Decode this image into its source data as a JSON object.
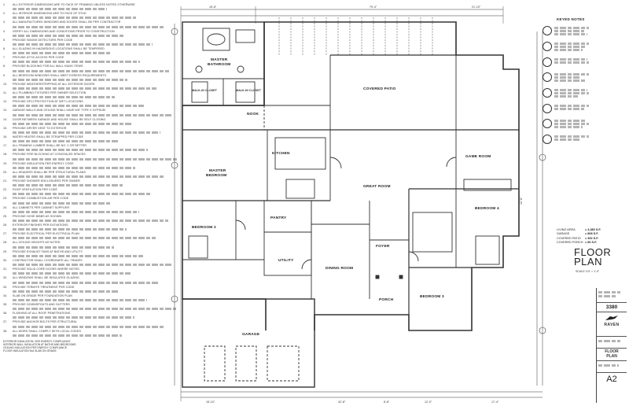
{
  "plan": {
    "rooms": {
      "master_bathroom": "MASTER\nBATHROOM",
      "master_bathroom_l1": "MASTER",
      "master_bathroom_l2": "BATHROOM",
      "walk_in_closet_left": "WALK-IN CLOSET",
      "walk_in_closet_right": "WALK-IN CLOSET",
      "covered_patio": "COVERED PATIO",
      "nook": "NOOK",
      "kitchen": "KITCHEN",
      "master_bedroom_l1": "MASTER",
      "master_bedroom_l2": "BEDROOM",
      "great_room": "GREAT ROOM",
      "game_room": "GAME ROOM",
      "bedroom_2": "BEDROOM 2",
      "pantry": "PANTRY",
      "utility": "UTILITY",
      "foyer": "FOYER",
      "dining_room": "DINING ROOM",
      "bedroom_4": "BEDROOM 4",
      "porch": "PORCH",
      "bedroom_3": "BEDROOM 3",
      "garage": "GARAGE"
    },
    "dimensions": {
      "top_left": "15'-8\"",
      "top_mid": "79'-4\"",
      "top_right": "21'-10\"",
      "bottom_1": "15'-10\"",
      "bottom_2": "42'-8\"",
      "bottom_3": "8'-8\"",
      "bottom_4": "12'-0\"",
      "bottom_5": "17'-4\"",
      "right_side": "42'-8\""
    }
  },
  "notes": {
    "lines": [
      "ALL EXTERIOR DIMENSIONS ARE TO FACE OF FRAMING UNLESS NOTED OTHERWISE",
      "ALL INTERIOR DIMENSIONS ARE TO FACE OF STUD",
      "ALL MANUFACTURED WINDOWS AND DOORS SHALL BE PER CONTRACTOR",
      "VERIFY ALL DIMENSIONS AND CONDITIONS PRIOR TO CONSTRUCTION",
      "PROVIDE SMOKE DETECTORS PER CODE",
      "ALL GLAZING IN HAZARDOUS LOCATIONS SHALL BE TEMPERED",
      "PROVIDE ATTIC ACCESS PER CODE",
      "PROVIDE BLOCKING FOR ALL WALL HUNG ITEMS",
      "ALL BEDROOM WINDOWS SHALL MEET EGRESS REQUIREMENTS",
      "PROVIDE WEATHERSTRIPPING AT ALL EXTERIOR DOORS",
      "ALL PLUMBING FIXTURES PER OWNER SELECTION",
      "PROVIDE GFCI PROTECTION AT WET LOCATIONS",
      "GARAGE WALLS AND CEILING SHALL HAVE 5/8\" TYPE X GYPSUM",
      "DOOR BETWEEN GARAGE AND HOUSE SHALL BE SELF CLOSING",
      "PROVIDE DRYER VENT TO EXTERIOR",
      "WATER HEATER SHALL BE STRAPPED PER CODE",
      "ALL FRAMING LUMBER SHALL BE NO. 2 OR BETTER",
      "PROVIDE FIRE BLOCKING AT CONCEALED SPACES",
      "PROVIDE INSULATION PER ENERGY CODE",
      "ALL HEADERS SHALL BE PER STRUCTURAL PLANS",
      "PROVIDE SHOWER ENCLOSURES PER OWNER",
      "ROOF VENTILATION PER CODE",
      "PROVIDE COMBUSTION AIR PER CODE",
      "ALL CABINETS PER CABINET SUPPLIER",
      "PROVIDE HOSE BIBBS AS SHOWN",
      "EXTERIOR FINISHES PER ELEVATIONS",
      "PROVIDE ELECTRICAL PER ELECTRICAL PLAN",
      "ALL CEILING HEIGHTS AS NOTED",
      "PROVIDE EXHAUST FANS AT BATHS AND UTILITY",
      "CONTRACTOR SHALL COORDINATE ALL TRADES",
      "PROVIDE SOLID CORE DOORS WHERE NOTED",
      "ALL WINDOWS SHALL BE INSULATED GLAZING",
      "PROVIDE TERMITE TREATMENT PER CODE",
      "SLAB ON GRADE PER FOUNDATION PLAN",
      "PROVIDE DOWNSPOUTS AND GUTTERS",
      "FLASHING AT ALL ROOF PENETRATIONS",
      "PROVIDE ANCHOR BOLTS PER STRUCTURAL",
      "ALL WORK SHALL COMPLY WITH LOCAL CODES"
    ],
    "bottom_lines": [
      "EXTERIOR INSULATION: SEE ENERGY COMPLIANCE",
      "INTERIOR WALL INSULATION AT BATHS AND BEDROOMS",
      "CEILING INSULATION PER ENERGY COMPLIANCE",
      "FLOOR INSULATION N/A SLAB ON GRADE"
    ]
  },
  "key_notes": {
    "header": "KEYED NOTES"
  },
  "area": {
    "living_label": "LIVING AREA",
    "living_value": "= 3,380 S.F.",
    "garage_label": "GARAGE",
    "garage_value": "= 868 S.F.",
    "patio_label": "COVERED PATIO",
    "patio_value": "= 392 S.F.",
    "porch_label": "COVERED PORCH",
    "porch_value": "= 80 S.F."
  },
  "title": {
    "line1": "FLOOR",
    "line2": "PLAN",
    "scale": "SCALE    1/4\" = 1'-0\""
  },
  "titleblock": {
    "plan_number": "3380",
    "company": "RAVEN",
    "sheet_title": "FLOOR\nPLAN",
    "sheet_title_l1": "FLOOR",
    "sheet_title_l2": "PLAN",
    "sheet_number": "A2"
  }
}
